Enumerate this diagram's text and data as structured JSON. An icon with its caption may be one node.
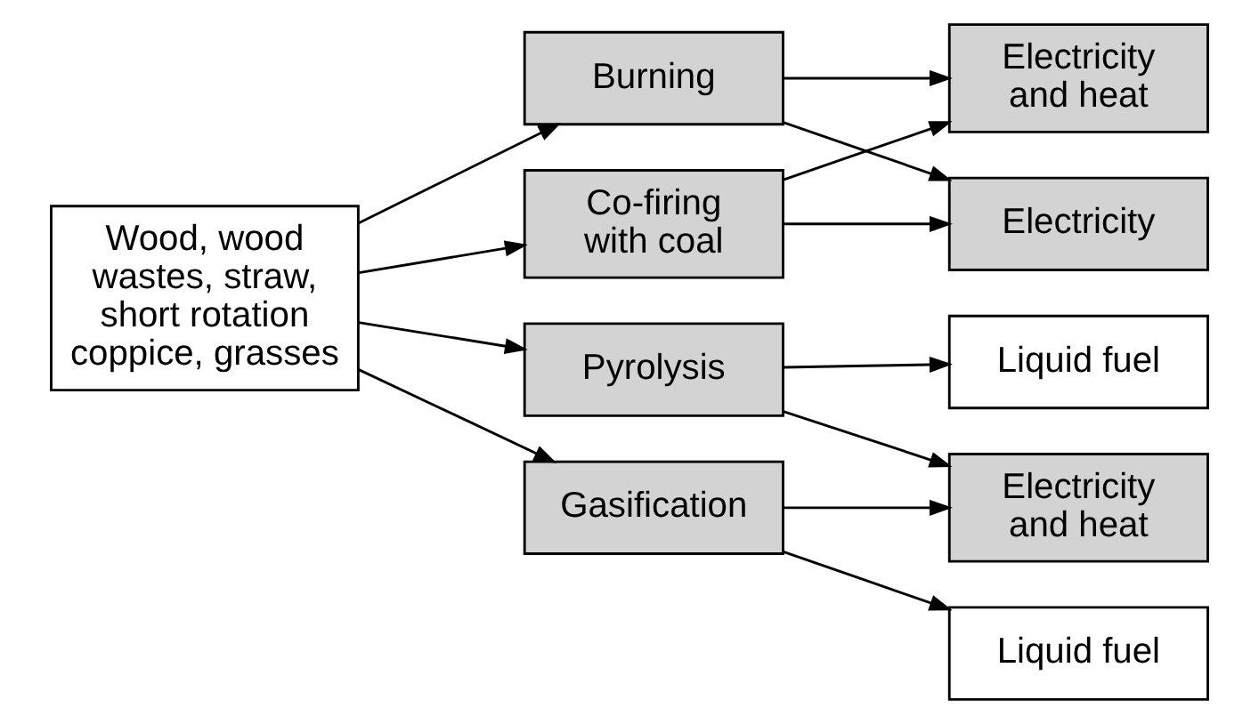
{
  "diagram": {
    "nodes": [
      {
        "text": [
          "Wood, wood wastes, straw, short rotation coppice, grasses"
        ]
      },
      {
        "text": [
          "Burning"
        ]
      },
      {
        "text": [
          "Co-firing with coal"
        ]
      },
      {
        "text": [
          "Gasification"
        ]
      },
      {
        "text": [
          "Pyrolysis"
        ]
      },
      {
        "text": [
          "Electricity"
        ]
      },
      {
        "text": [
          "Electricity and heat"
        ]
      },
      {
        "text": [
          "Electricity and heat"
        ]
      },
      {
        "text": [
          "Liquid fuel"
        ]
      },
      {
        "text": [
          "Liquid fuel"
        ]
      }
    ],
    "edges": [
      {
        "from": 0,
        "to": 1,
        "arrow": "to"
      },
      {
        "from": 0,
        "to": 2,
        "arrow": "to"
      },
      {
        "from": 0,
        "to": 3,
        "arrow": "to"
      },
      {
        "from": 0,
        "to": 4,
        "arrow": "to"
      },
      {
        "from": 1,
        "to": 5,
        "arrow": "to"
      },
      {
        "from": 1,
        "to": 6,
        "arrow": "to"
      },
      {
        "from": 2,
        "to": 5,
        "arrow": "to"
      },
      {
        "from": 2,
        "to": 6,
        "arrow": "to"
      },
      {
        "from": 3,
        "to": 7,
        "arrow": "to"
      },
      {
        "from": 3,
        "to": 8,
        "arrow": "to"
      },
      {
        "from": 4,
        "to": 7,
        "arrow": "to"
      },
      {
        "from": 4,
        "to": 9,
        "arrow": "to"
      }
    ]
  }
}
